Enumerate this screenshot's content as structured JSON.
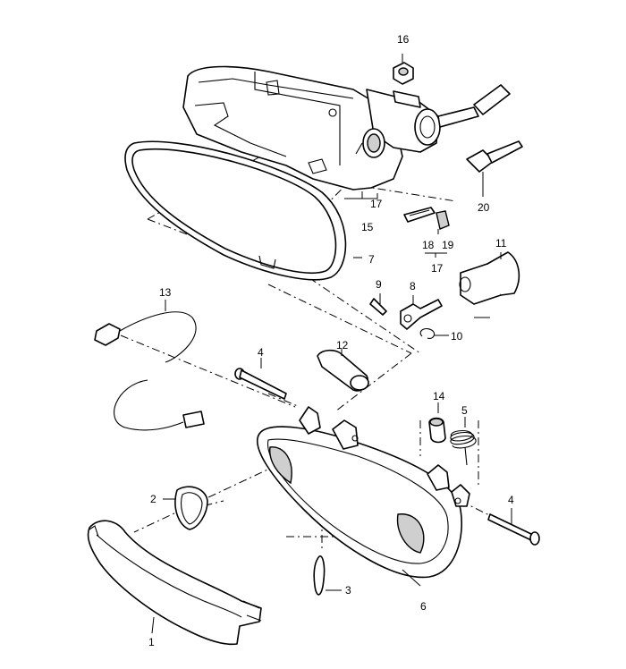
{
  "diagram": {
    "colors": {
      "line": "#000000",
      "background": "#ffffff",
      "shading": "#cfcfcf"
    },
    "callouts": [
      {
        "id": "c16",
        "label": "16"
      },
      {
        "id": "c20",
        "label": "20"
      },
      {
        "id": "c17a",
        "label": "17"
      },
      {
        "id": "c15",
        "label": "15"
      },
      {
        "id": "c18",
        "label": "18"
      },
      {
        "id": "c19",
        "label": "19"
      },
      {
        "id": "c17b",
        "label": "17"
      },
      {
        "id": "c11",
        "label": "11"
      },
      {
        "id": "c7",
        "label": "7"
      },
      {
        "id": "c9",
        "label": "9"
      },
      {
        "id": "c8",
        "label": "8"
      },
      {
        "id": "c10",
        "label": "10"
      },
      {
        "id": "c13",
        "label": "13"
      },
      {
        "id": "c12",
        "label": "12"
      },
      {
        "id": "c4a",
        "label": "4"
      },
      {
        "id": "c14",
        "label": "14"
      },
      {
        "id": "c5",
        "label": "5"
      },
      {
        "id": "c2",
        "label": "2"
      },
      {
        "id": "c4b",
        "label": "4"
      },
      {
        "id": "c3",
        "label": "3"
      },
      {
        "id": "c6",
        "label": "6"
      },
      {
        "id": "c1",
        "label": "1"
      }
    ]
  }
}
